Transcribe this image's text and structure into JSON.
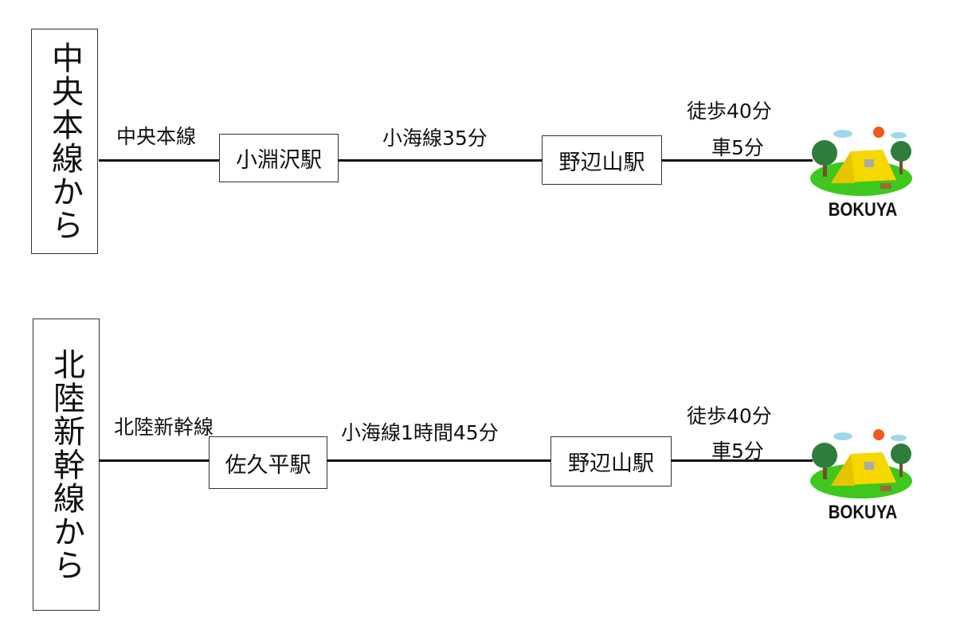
{
  "routes": [
    {
      "origin": "中央本線から",
      "first_line": "中央本線",
      "station1": "小淵沢駅",
      "second_line": "小海線35分",
      "station2": "野辺山駅",
      "walk": "徒歩40分",
      "car": "車5分",
      "destination": "BOKUYA"
    },
    {
      "origin": "北陸新幹線から",
      "first_line": "北陸新幹線",
      "station1": "佐久平駅",
      "second_line": "小海線1時間45分",
      "station2": "野辺山駅",
      "walk": "徒歩40分",
      "car": "車5分",
      "destination": "BOKUYA"
    }
  ],
  "colors": {
    "grass": "#3ec81e",
    "tent": "#f5d800",
    "tree": "#2e7d3a",
    "sun": "#f05a1a",
    "cloud": "#9fd8ea"
  }
}
